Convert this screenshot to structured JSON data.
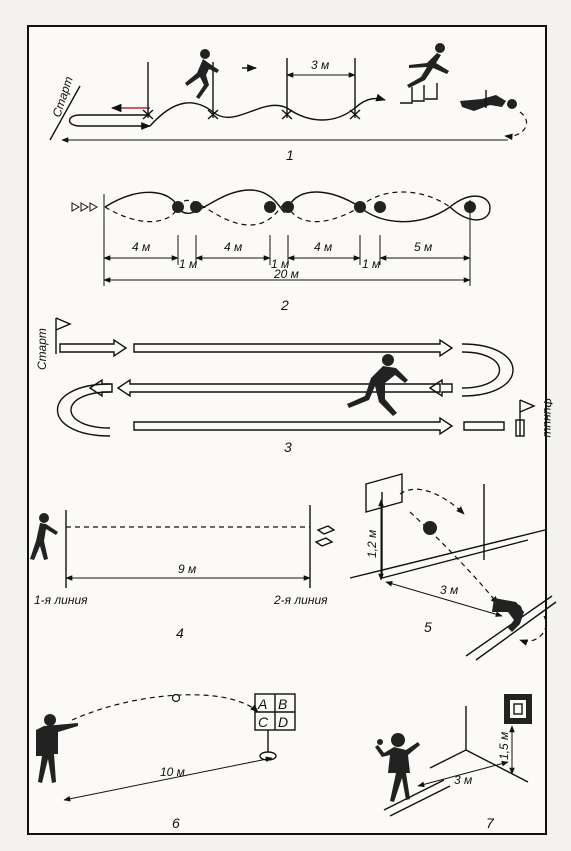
{
  "panel1": {
    "start": "Старт",
    "gap": "3 м",
    "number": "1"
  },
  "panel2": {
    "seg1": "4 м",
    "gap1": "1 м",
    "seg2": "4 м",
    "gap2": "1 м",
    "seg3": "4 м",
    "gap3": "1 м",
    "seg4": "5 м",
    "total": "20 м",
    "number": "2"
  },
  "panel3": {
    "start": "Старт",
    "finish": "Финиш",
    "number": "3"
  },
  "panel4": {
    "distance": "9 м",
    "line1": "1-я линия",
    "line2": "2-я линия",
    "number": "4"
  },
  "panel5": {
    "height": "1,2 м",
    "distance": "3 м",
    "number": "5"
  },
  "panel6": {
    "zones": [
      "A",
      "B",
      "C",
      "D"
    ],
    "distance": "10 м",
    "number": "6"
  },
  "panel7": {
    "height": "1,5 м",
    "distance": "3 м",
    "number": "7"
  }
}
